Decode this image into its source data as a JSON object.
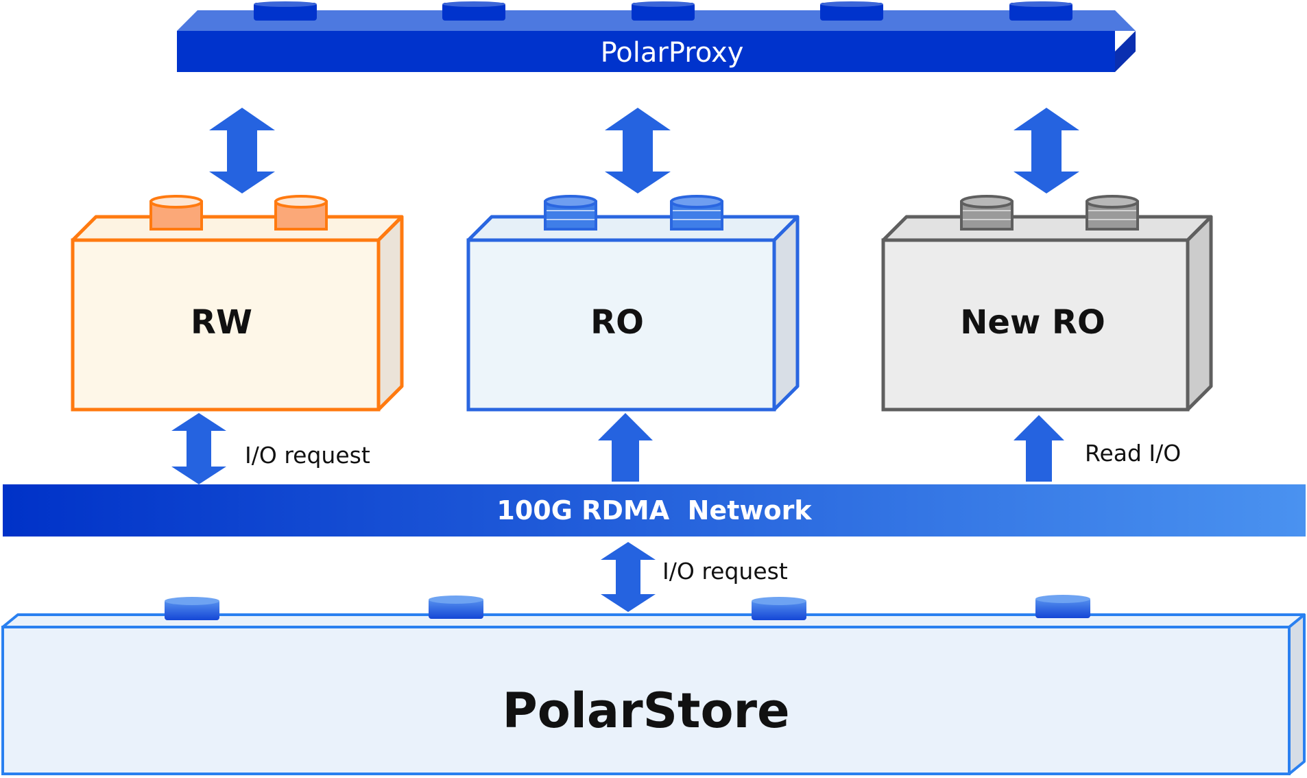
{
  "proxy": {
    "label": "PolarProxy"
  },
  "nodes": [
    {
      "label": "RW"
    },
    {
      "label": "RO"
    },
    {
      "label": "New RO"
    }
  ],
  "network": {
    "label": "100G RDMA  Network"
  },
  "storage": {
    "label": "PolarStore"
  },
  "edge_labels": {
    "rw_io": "I/O request",
    "new_ro_io": "Read I/O",
    "store_io": "I/O request"
  },
  "colors": {
    "proxy_front": "#0033cc",
    "proxy_top": "#4d79e0",
    "arrow": "#2563e0",
    "rw_stroke": "#ff7a10",
    "rw_fill": "#fef7e8",
    "ro_stroke": "#2a66e0",
    "ro_fill": "#edf5fa",
    "new_ro_stroke": "#5f5f5f",
    "new_ro_fill": "#ececec",
    "network_start": "#0032c8",
    "network_end": "#4a92f0",
    "store_stroke": "#2a80f0",
    "store_fill": "#eaf2fb"
  }
}
